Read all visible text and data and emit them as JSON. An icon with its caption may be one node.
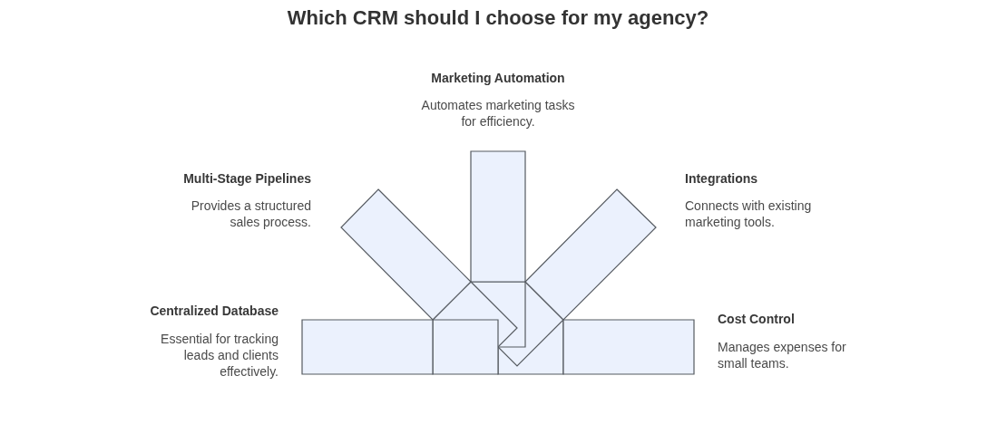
{
  "diagram": {
    "title": "Which CRM should I choose for my agency?",
    "nodes": [
      {
        "text": [],
        "shape": "bar",
        "beside": [
          "Marketing Automation",
          "Automates marketing tasks for efficiency."
        ]
      },
      {
        "text": [],
        "shape": "bar",
        "beside": [
          "Multi-Stage Pipelines",
          "Provides a structured sales process."
        ]
      },
      {
        "text": [],
        "shape": "bar",
        "beside": [
          "Integrations",
          "Connects with existing marketing tools."
        ]
      },
      {
        "text": [],
        "shape": "bar",
        "beside": [
          "Centralized Database",
          "Essential for tracking leads and clients effectively."
        ]
      },
      {
        "text": [],
        "shape": "bar",
        "beside": [
          "Cost Control",
          "Manages expenses for small teams."
        ]
      }
    ]
  }
}
